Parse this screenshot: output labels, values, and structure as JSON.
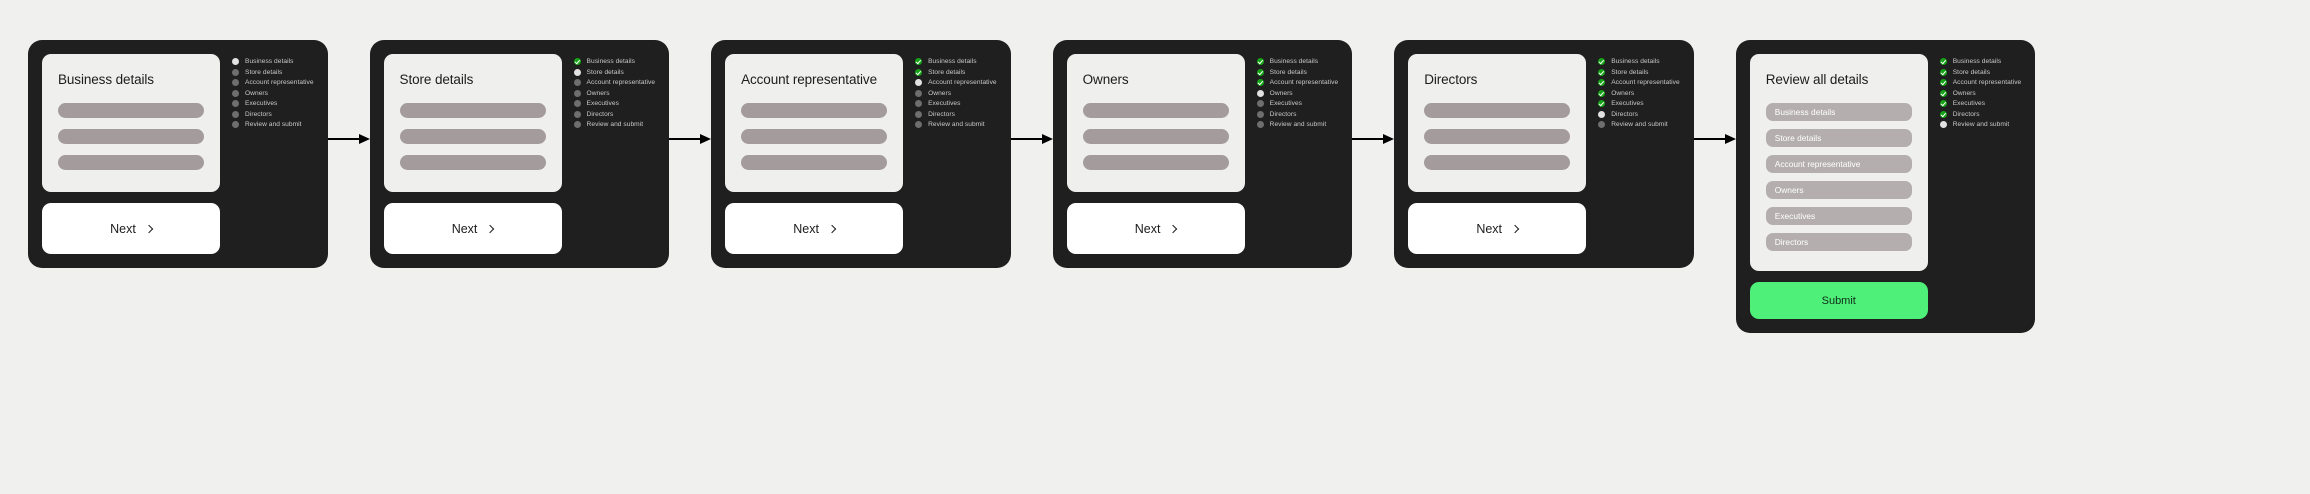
{
  "meta": {
    "background_color": "#f0f0ef",
    "panel_color": "#1f1f1f",
    "card_color": "#efefee",
    "accent_green": "#17a317",
    "submit_green": "#4ef07a",
    "placeholder_bar_color": "#a49c9c"
  },
  "step_names": [
    "Business details",
    "Store details",
    "Account representative",
    "Owners",
    "Executives",
    "Directors",
    "Review and submit"
  ],
  "buttons": {
    "next_label": "Next",
    "submit_label": "Submit",
    "chevron_icon": "chevron-right-icon"
  },
  "panels": [
    {
      "id": "panel-business-details",
      "title": "Business details",
      "field_count": 3,
      "button": "Next",
      "steps": [
        {
          "label": "Business details",
          "state": "current"
        },
        {
          "label": "Store details",
          "state": "pending"
        },
        {
          "label": "Account representative",
          "state": "pending"
        },
        {
          "label": "Owners",
          "state": "pending"
        },
        {
          "label": "Executives",
          "state": "pending"
        },
        {
          "label": "Directors",
          "state": "pending"
        },
        {
          "label": "Review and submit",
          "state": "pending"
        }
      ]
    },
    {
      "id": "panel-store-details",
      "title": "Store details",
      "field_count": 3,
      "button": "Next",
      "steps": [
        {
          "label": "Business details",
          "state": "done"
        },
        {
          "label": "Store details",
          "state": "current"
        },
        {
          "label": "Account representative",
          "state": "pending"
        },
        {
          "label": "Owners",
          "state": "pending"
        },
        {
          "label": "Executives",
          "state": "pending"
        },
        {
          "label": "Directors",
          "state": "pending"
        },
        {
          "label": "Review and submit",
          "state": "pending"
        }
      ]
    },
    {
      "id": "panel-account-representative",
      "title": "Account representative",
      "field_count": 3,
      "button": "Next",
      "steps": [
        {
          "label": "Business details",
          "state": "done"
        },
        {
          "label": "Store details",
          "state": "done"
        },
        {
          "label": "Account representative",
          "state": "current"
        },
        {
          "label": "Owners",
          "state": "pending"
        },
        {
          "label": "Executives",
          "state": "pending"
        },
        {
          "label": "Directors",
          "state": "pending"
        },
        {
          "label": "Review and submit",
          "state": "pending"
        }
      ]
    },
    {
      "id": "panel-owners",
      "title": "Owners",
      "field_count": 3,
      "button": "Next",
      "steps": [
        {
          "label": "Business details",
          "state": "done"
        },
        {
          "label": "Store details",
          "state": "done"
        },
        {
          "label": "Account representative",
          "state": "done"
        },
        {
          "label": "Owners",
          "state": "current"
        },
        {
          "label": "Executives",
          "state": "pending"
        },
        {
          "label": "Directors",
          "state": "pending"
        },
        {
          "label": "Review and submit",
          "state": "pending"
        }
      ]
    },
    {
      "id": "panel-directors",
      "title": "Directors",
      "field_count": 3,
      "button": "Next",
      "steps": [
        {
          "label": "Business details",
          "state": "done"
        },
        {
          "label": "Store details",
          "state": "done"
        },
        {
          "label": "Account representative",
          "state": "done"
        },
        {
          "label": "Owners",
          "state": "done"
        },
        {
          "label": "Executives",
          "state": "done"
        },
        {
          "label": "Directors",
          "state": "current"
        },
        {
          "label": "Review and submit",
          "state": "pending"
        }
      ]
    }
  ],
  "review_panel": {
    "id": "panel-review-all-details",
    "title": "Review all details",
    "chips": [
      "Business details",
      "Store details",
      "Account representative",
      "Owners",
      "Executives",
      "Directors"
    ],
    "button": "Submit",
    "steps": [
      {
        "label": "Business details",
        "state": "done"
      },
      {
        "label": "Store details",
        "state": "done"
      },
      {
        "label": "Account representative",
        "state": "done"
      },
      {
        "label": "Owners",
        "state": "done"
      },
      {
        "label": "Executives",
        "state": "done"
      },
      {
        "label": "Directors",
        "state": "done"
      },
      {
        "label": "Review and submit",
        "state": "current"
      }
    ]
  }
}
